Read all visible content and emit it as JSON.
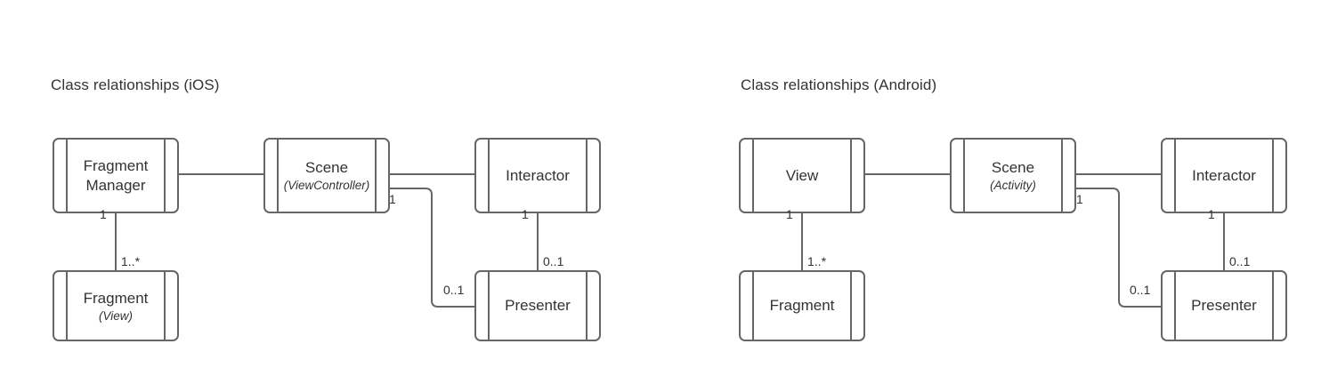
{
  "diagram": {
    "kind": "uml-class-relationship-diagram",
    "stroke_color": "#666666",
    "text_color": "#333333",
    "background_color": "#ffffff",
    "groups": [
      {
        "id": "ios",
        "title": "Class relationships (iOS)",
        "nodes": [
          {
            "id": "ios-fragment-manager",
            "title": "Fragment\nManager",
            "subtitle": ""
          },
          {
            "id": "ios-scene",
            "title": "Scene",
            "subtitle": "(ViewController)"
          },
          {
            "id": "ios-interactor",
            "title": "Interactor",
            "subtitle": ""
          },
          {
            "id": "ios-fragment",
            "title": "Fragment",
            "subtitle": "(View)"
          },
          {
            "id": "ios-presenter",
            "title": "Presenter",
            "subtitle": ""
          }
        ],
        "multiplicities": {
          "fragment_manager_to_fragment_top": "1",
          "fragment_manager_to_fragment_bottom": "1..*",
          "scene_to_presenter_source": "1",
          "scene_to_presenter_target": "0..1",
          "interactor_to_presenter_top": "1",
          "interactor_to_presenter_bottom": "0..1"
        }
      },
      {
        "id": "android",
        "title": "Class relationships (Android)",
        "nodes": [
          {
            "id": "android-view",
            "title": "View",
            "subtitle": ""
          },
          {
            "id": "android-scene",
            "title": "Scene",
            "subtitle": "(Activity)"
          },
          {
            "id": "android-interactor",
            "title": "Interactor",
            "subtitle": ""
          },
          {
            "id": "android-fragment",
            "title": "Fragment",
            "subtitle": ""
          },
          {
            "id": "android-presenter",
            "title": "Presenter",
            "subtitle": ""
          }
        ],
        "multiplicities": {
          "view_to_fragment_top": "1",
          "view_to_fragment_bottom": "1..*",
          "scene_to_presenter_source": "1",
          "scene_to_presenter_target": "0..1",
          "interactor_to_presenter_top": "1",
          "interactor_to_presenter_bottom": "0..1"
        }
      }
    ]
  }
}
